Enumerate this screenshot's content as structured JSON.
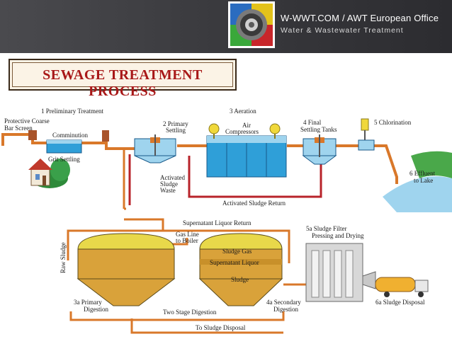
{
  "header": {
    "brand_title": "W-WWT.COM / AWT European Office",
    "brand_subtitle": "Water & Wastewater Treatment"
  },
  "title": "SEWAGE TREATMENT PROCESS",
  "labels": {
    "preliminary_treatment": "1 Preliminary Treatment",
    "protective_coarse": "Protective Coarse",
    "bar_screen": "Bar Screen",
    "comminution": "Comminution",
    "grit_settling": "Grit Settling",
    "primary_settling_1": "2  Primary",
    "primary_settling_2": "Settling",
    "aeration": "3 Aeration",
    "air_1": "Air",
    "air_2": "Compressors",
    "final_settling_1": "4  Final",
    "final_settling_2": "Settling Tanks",
    "chlorination": "5 Chlorination",
    "effluent_1": "6 Effluent",
    "effluent_2": "to Lake",
    "activated_waste_1": "Activated",
    "activated_waste_2": "Sludge",
    "activated_waste_3": "Waste",
    "activated_return": "Activated Sludge Return",
    "supernatant_return": "Supernatant Liquor Return",
    "gas_line_1": "Gas Line",
    "gas_line_2": "to   Boiler",
    "raw_sludge": "Raw Sludge",
    "sludge_gas": "Sludge Gas",
    "supernatant_liquor": "Supernatant Liquor",
    "sludge": "Sludge",
    "sludge_filter_1": "5a Sludge Filter",
    "sludge_filter_2": "Pressing and Drying",
    "primary_digestion_1": "3a Primary",
    "primary_digestion_2": "Digestion",
    "two_stage": "Two Stage Digestion",
    "secondary_digestion_1": "4a Secondary",
    "secondary_digestion_2": "Digestion",
    "sludge_disposal": "6a Sludge Disposal",
    "to_disposal": "To Sludge Disposal"
  },
  "colors": {
    "pipe": "#d9782a",
    "return_pipe": "#b8232a",
    "water": "#9fd4ee",
    "tank_fill": "#2f9fd8",
    "sludge_gas": "#e8d84a",
    "sludge": "#d9a23a",
    "title": "#a81818"
  },
  "icons": [
    "logo-icon",
    "house-icon",
    "air-compressor-icon",
    "chlorinator-icon",
    "tanker-truck-icon"
  ]
}
